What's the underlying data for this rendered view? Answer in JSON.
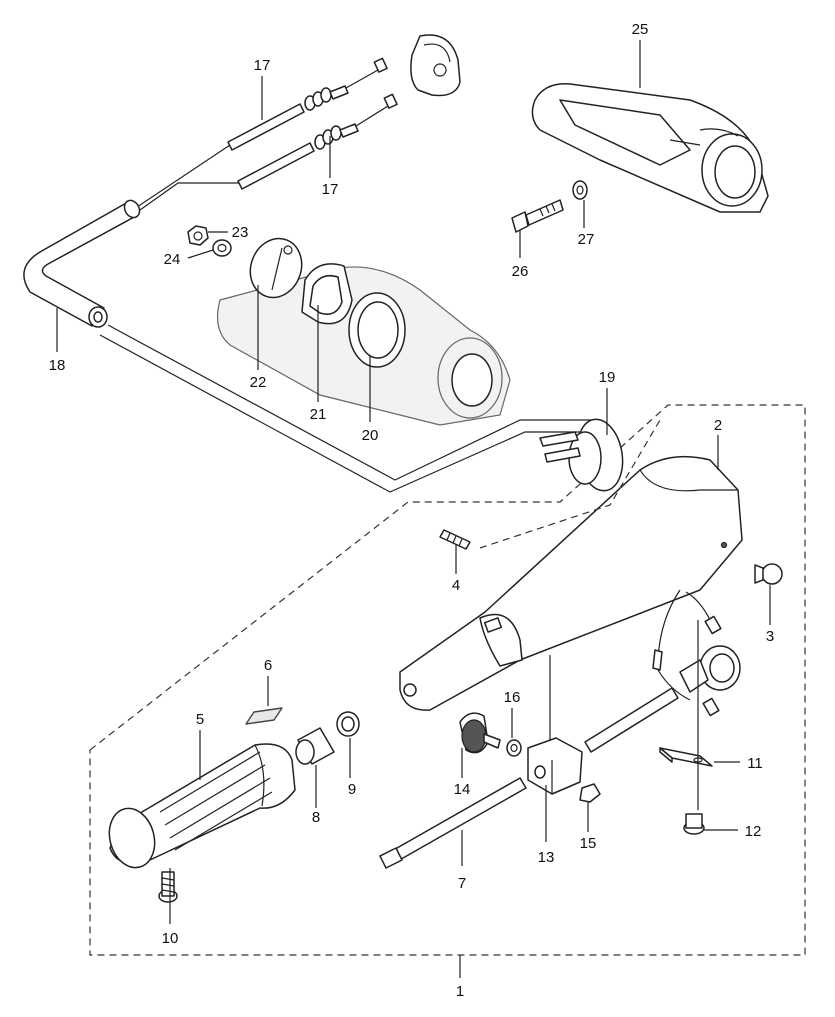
{
  "diagram": {
    "callouts": [
      {
        "id": "1",
        "label": "1"
      },
      {
        "id": "2",
        "label": "2"
      },
      {
        "id": "3",
        "label": "3"
      },
      {
        "id": "4",
        "label": "4"
      },
      {
        "id": "5",
        "label": "5"
      },
      {
        "id": "6",
        "label": "6"
      },
      {
        "id": "7",
        "label": "7"
      },
      {
        "id": "8",
        "label": "8"
      },
      {
        "id": "9",
        "label": "9"
      },
      {
        "id": "10",
        "label": "10"
      },
      {
        "id": "11",
        "label": "11"
      },
      {
        "id": "12",
        "label": "12"
      },
      {
        "id": "13",
        "label": "13"
      },
      {
        "id": "14",
        "label": "14"
      },
      {
        "id": "15",
        "label": "15"
      },
      {
        "id": "16",
        "label": "16"
      },
      {
        "id": "17a",
        "label": "17"
      },
      {
        "id": "17b",
        "label": "17"
      },
      {
        "id": "18",
        "label": "18"
      },
      {
        "id": "19",
        "label": "19"
      },
      {
        "id": "20",
        "label": "20"
      },
      {
        "id": "21",
        "label": "21"
      },
      {
        "id": "22",
        "label": "22"
      },
      {
        "id": "23",
        "label": "23"
      },
      {
        "id": "24",
        "label": "24"
      },
      {
        "id": "25",
        "label": "25"
      },
      {
        "id": "26",
        "label": "26"
      },
      {
        "id": "27",
        "label": "27"
      }
    ]
  }
}
